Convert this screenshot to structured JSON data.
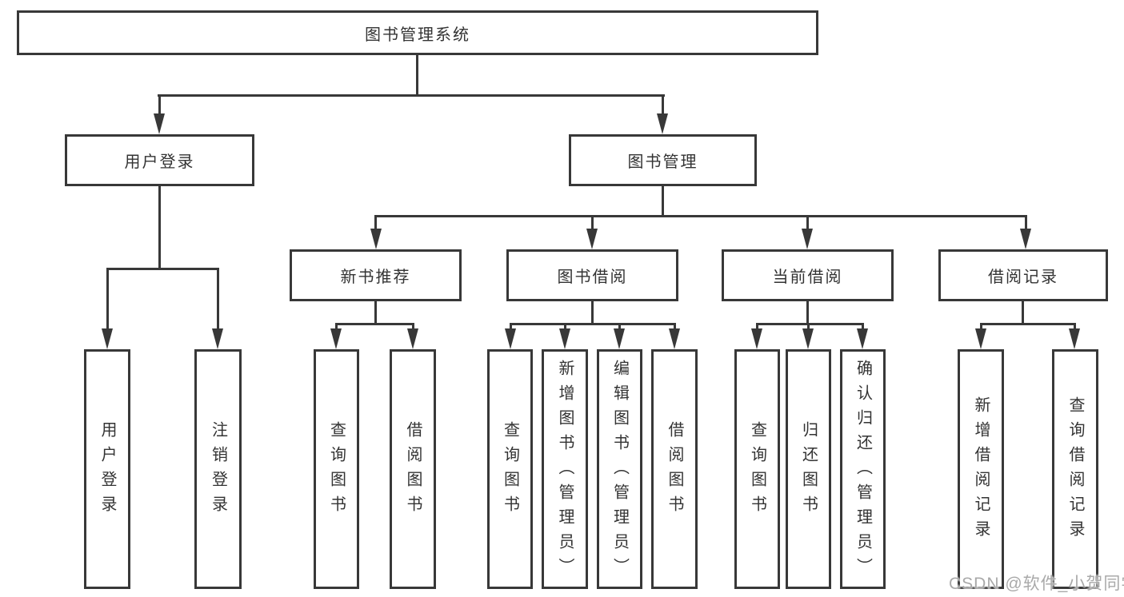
{
  "tree": {
    "root": {
      "label": "图书管理系统"
    },
    "branches": [
      {
        "label": "用户登录",
        "children": [
          {
            "label": "用户登录"
          },
          {
            "label": "注销登录"
          }
        ]
      },
      {
        "label": "图书管理",
        "children": [
          {
            "label": "新书推荐",
            "children": [
              {
                "label": "查询图书"
              },
              {
                "label": "借阅图书"
              }
            ]
          },
          {
            "label": "图书借阅",
            "children": [
              {
                "label": "查询图书"
              },
              {
                "label": "新增图书（管理员）"
              },
              {
                "label": "编辑图书（管理员）"
              },
              {
                "label": "借阅图书"
              }
            ]
          },
          {
            "label": "当前借阅",
            "children": [
              {
                "label": "查询图书"
              },
              {
                "label": "归还图书"
              },
              {
                "label": "确认归还（管理员）"
              }
            ]
          },
          {
            "label": "借阅记录",
            "children": [
              {
                "label": "新增借阅记录"
              },
              {
                "label": "查询借阅记录"
              }
            ]
          }
        ]
      }
    ]
  },
  "watermark": {
    "text": "CSDN @软件_小贺同学"
  },
  "colors": {
    "line": "#383838",
    "text": "#333333",
    "box_background": "#ffffff",
    "watermark": "#a9a9a9"
  }
}
